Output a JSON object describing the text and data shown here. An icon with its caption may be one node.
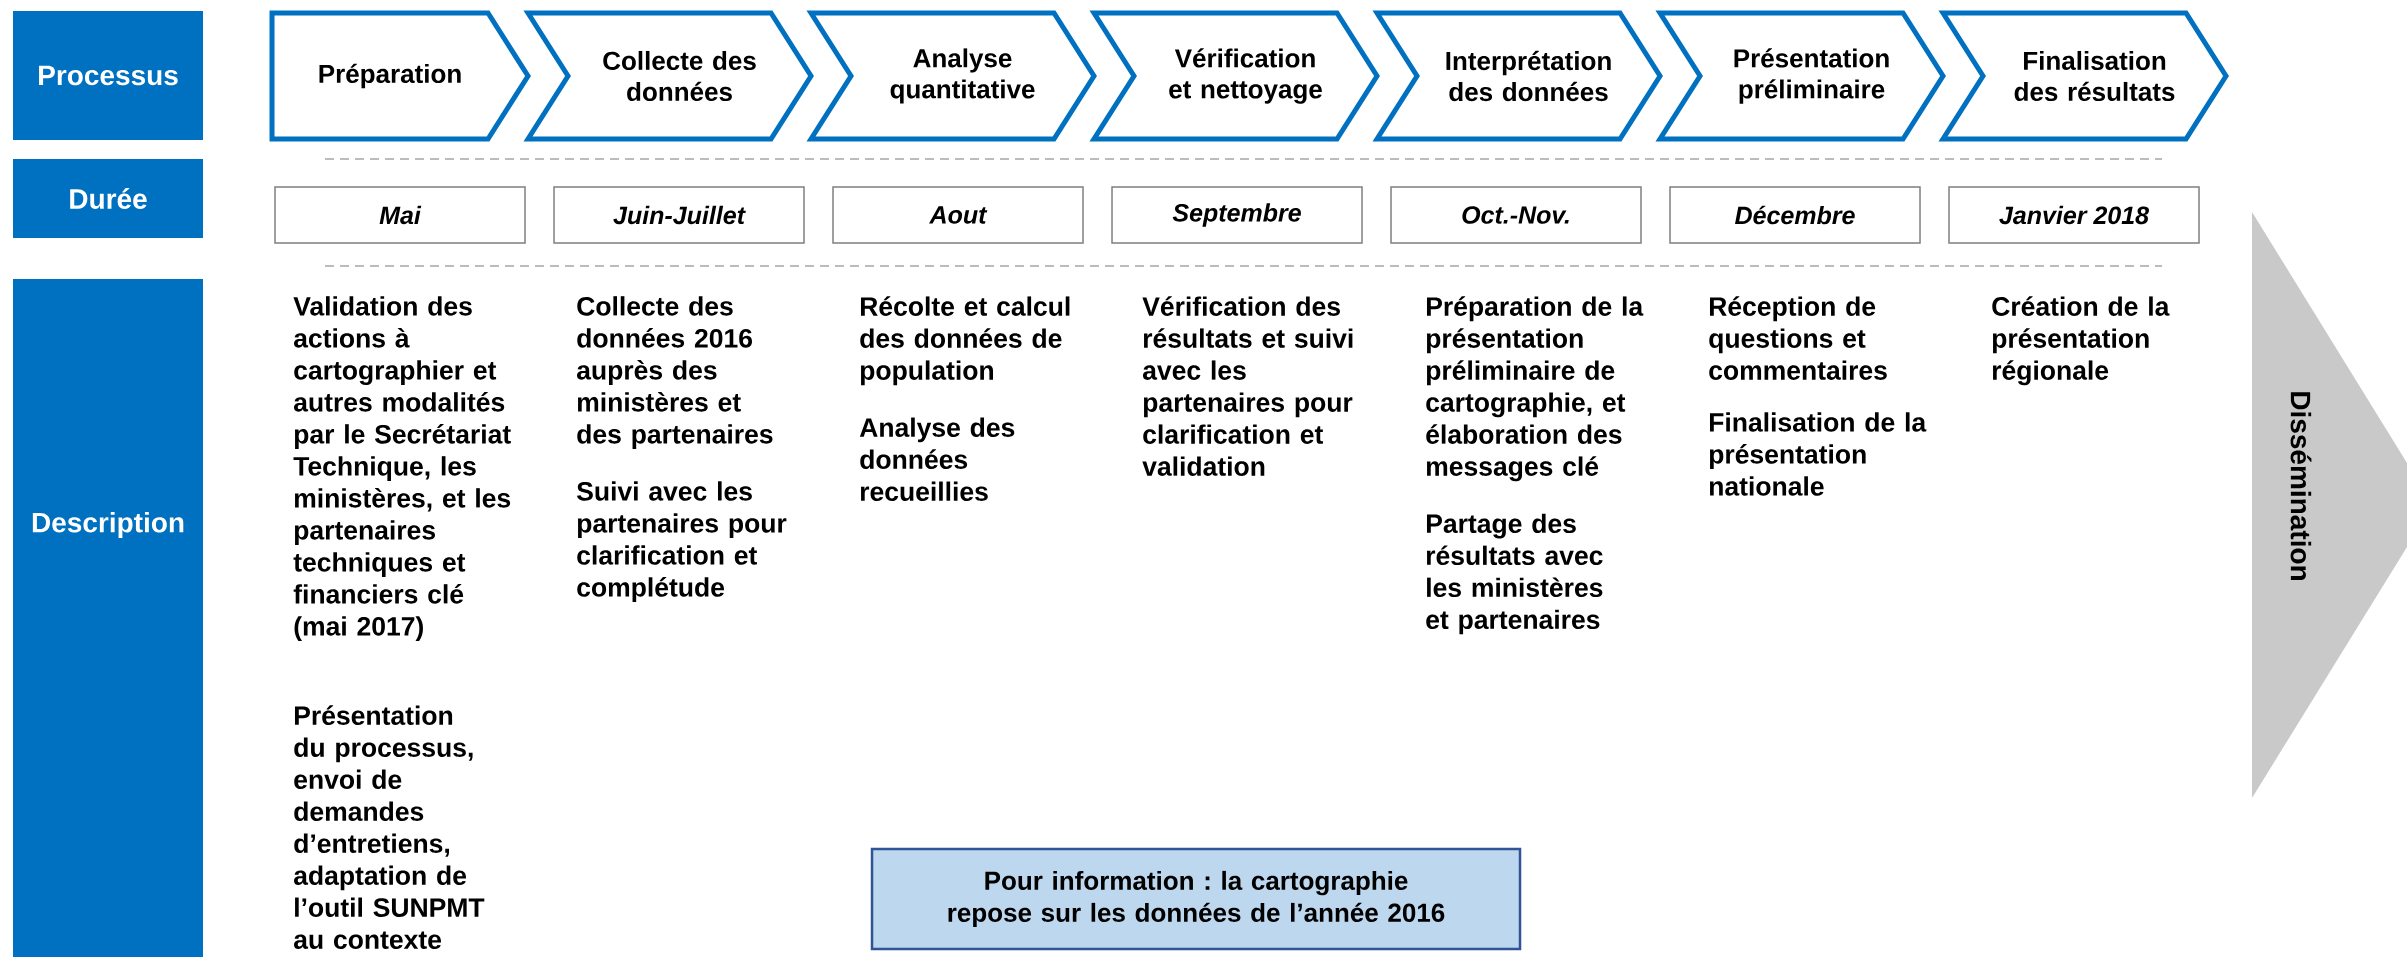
{
  "diagram": {
    "nodes": [
      {
        "text": [
          "Processus"
        ]
      },
      {
        "text": [
          "Durée"
        ]
      },
      {
        "text": [
          "Description"
        ]
      },
      {
        "text": [
          "Préparation"
        ]
      },
      {
        "text": [
          "Collecte des données"
        ]
      },
      {
        "text": [
          "Analyse quantitative"
        ]
      },
      {
        "text": [
          "Vérification et nettoyage"
        ]
      },
      {
        "text": [
          "Interprétation des données"
        ]
      },
      {
        "text": [
          "Présentation préliminaire"
        ]
      },
      {
        "text": [
          "Finalisation des résultats"
        ]
      },
      {
        "text": [
          "Mai"
        ]
      },
      {
        "text": [
          "Juin-Juillet"
        ]
      },
      {
        "text": [
          "Aout"
        ]
      },
      {
        "text": [
          "Septembre"
        ]
      },
      {
        "text": [
          "Oct.-Nov."
        ]
      },
      {
        "text": [
          "Décembre"
        ]
      },
      {
        "text": [
          "Janvier 2018"
        ]
      },
      {
        "text": [
          "Dissémination"
        ]
      },
      {
        "text": [
          "Pour information : la cartographie repose sur les données de l’année 2016"
        ]
      }
    ],
    "labels": [
      "Validation des actions à cartographier et autres modalités par le Secrétariat Technique, les ministères, et les partenaires techniques et financiers clé (mai 2017)",
      "Présentation du processus, envoi de demandes d’entretiens, adaptation de l’outil SUNPMT au contexte",
      "Collecte des données 2016 auprès des ministères et des partenaires",
      "Suivi avec les partenaires pour clarification et complétude",
      "Récolte et calcul des données de population",
      "Analyse des données recueillies",
      "Vérification des résultats et suivi avec les partenaires pour clarification et validation",
      "Préparation de la présentation préliminaire de cartographie, et élaboration des messages clé",
      "Partage des résultats avec les ministères et partenaires",
      "Réception de questions et commentaires",
      "Finalisation de la présentation nationale",
      "Création de la présentation régionale"
    ]
  }
}
